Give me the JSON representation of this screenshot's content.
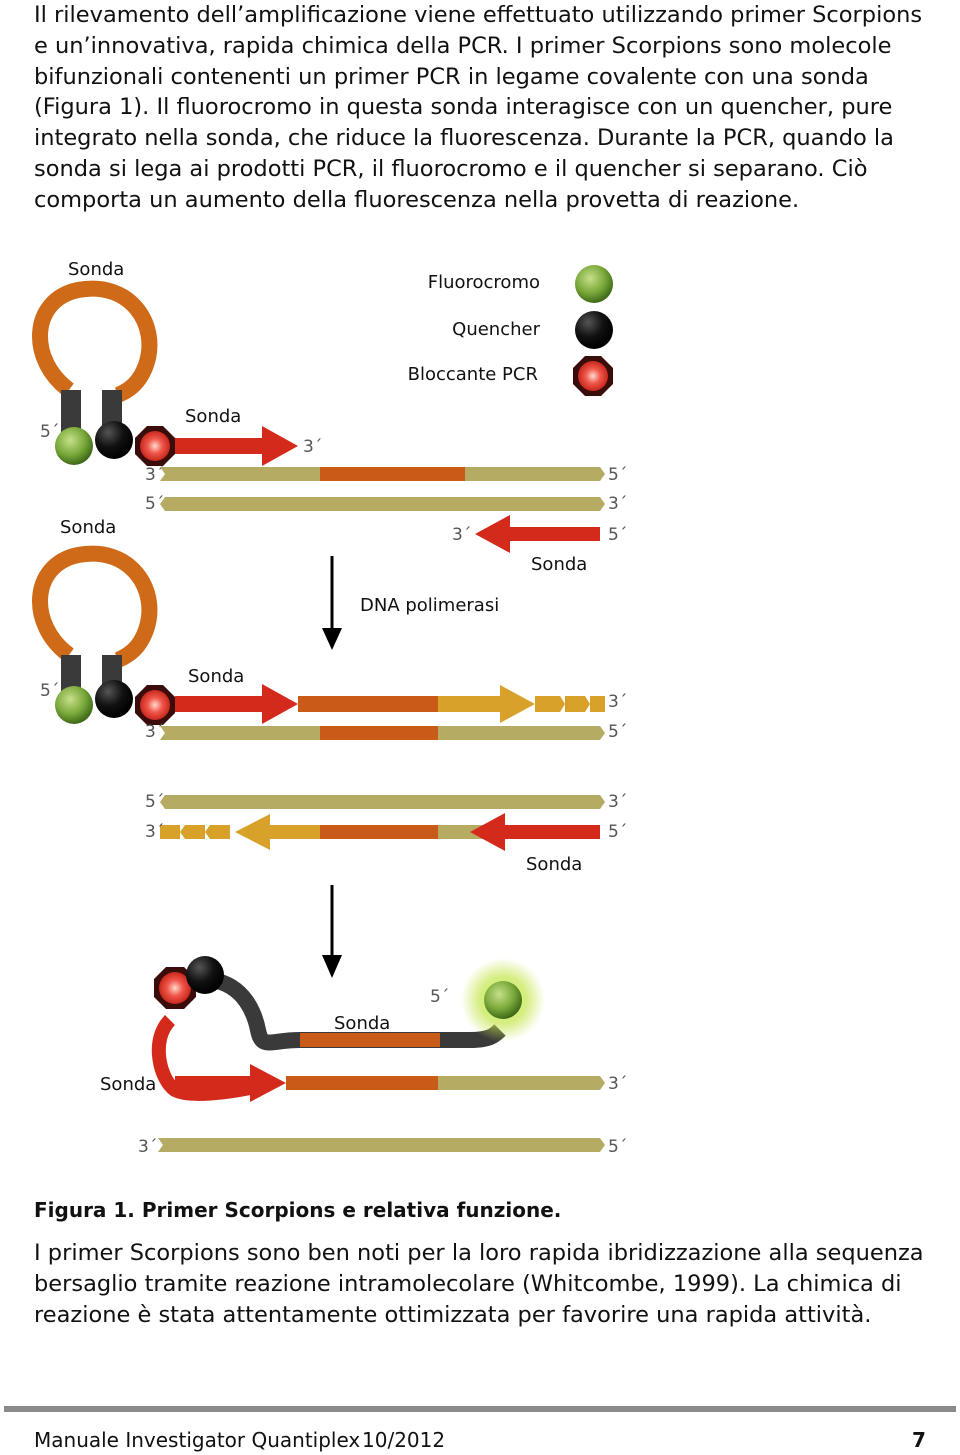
{
  "intro": "Il rilevamento dell’amplificazione viene effettuato utilizzando primer Scorpions e un’innovativa, rapida chimica della PCR. I primer Scorpions sono molecole bifunzionali contenenti un primer PCR in legame covalente con una sonda (Figura 1). Il fluorocromo in questa sonda interagisce con un quencher, pure integrato nella sonda, che riduce la fluorescenza. Durante la PCR, quando la sonda si lega ai prodotti PCR, il fluorocromo e il quencher si separano. Ciò comporta un aumento della fluorescenza nella provetta di reazione.",
  "figure": {
    "legend": {
      "fluorophore": "Fluorocromo",
      "quencher": "Quencher",
      "blocker": "Bloccante PCR"
    },
    "probe": "Sonda",
    "polymerase": "DNA polimerasi",
    "end3": "3´",
    "end5": "5´",
    "colors": {
      "strand": "#b5ab62",
      "primer": "#d42a1c",
      "extension": "#c95a17",
      "loop": "#cf6a18",
      "stem": "#3a3a3a",
      "fluorophore": "#79a73a",
      "quencher": "#111111",
      "blocker": "#e0352a"
    }
  },
  "caption": "Figura 1. Primer Scorpions e relativa funzione.",
  "body2": "I primer Scorpions sono ben noti per la loro rapida ibridizzazione alla sequenza bersaglio tramite reazione intramolecolare (Whitcombe, 1999). La chimica di reazione è stata attentamente ottimizzata per favorire una rapida attività.",
  "footer": {
    "title": "Manuale Investigator Quantiplex",
    "date": "10/2012",
    "page": "7"
  }
}
